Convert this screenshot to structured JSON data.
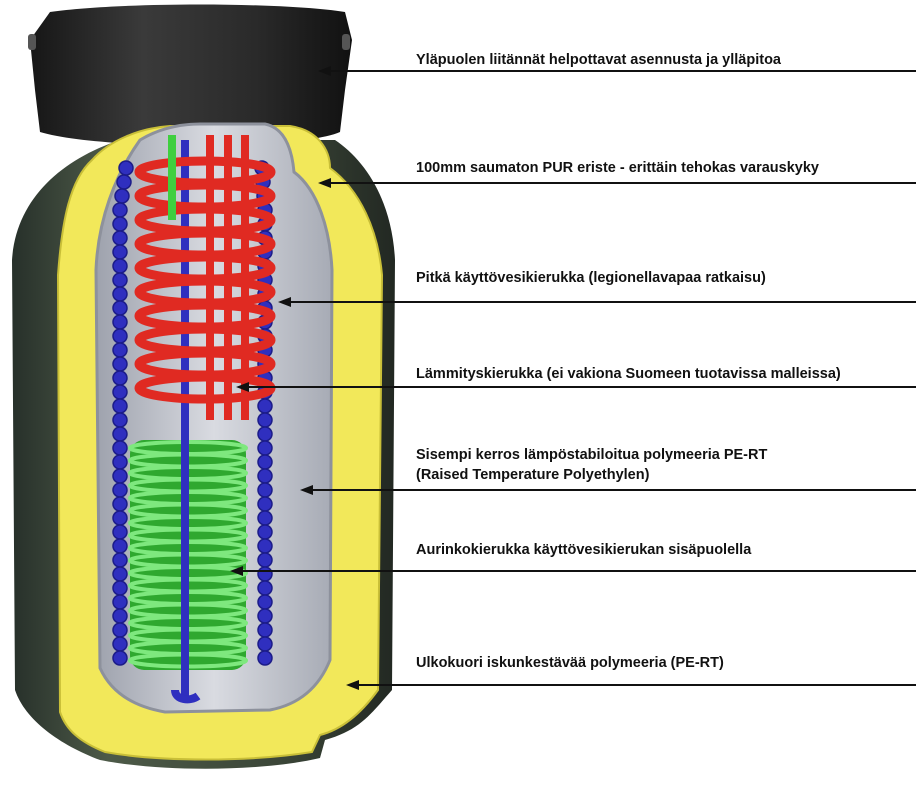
{
  "colors": {
    "jacket": "#3f4a3c",
    "jacket_top": "#2b2b2b",
    "insulation": "#f2e85a",
    "inner_liner": "#b9bcc6",
    "interior": "#d8dae0",
    "blue_coil": "#2f2fbf",
    "red_coil": "#e02a22",
    "green_coil": "#3fcf3f",
    "leader": "#111111"
  },
  "labels": [
    {
      "line1": "Yläpuolen liitännät  helpottavat asennusta ja ylläpitoa"
    },
    {
      "line1": "100mm saumaton PUR eriste - erittäin tehokas varauskyky"
    },
    {
      "line1": "Pitkä käyttövesikierukka (legionellavapaa ratkaisu)"
    },
    {
      "line1": "Lämmityskierukka (ei vakiona Suomeen tuotavissa malleissa)"
    },
    {
      "line1": "Sisempi kerros lämpöstabiloitua polymeeria PE-RT",
      "line2": "(Raised Temperature Polyethylen)"
    },
    {
      "line1": "Aurinkokierukka käyttövesikierukan sisäpuolella"
    },
    {
      "line1": "Ulkokuori iskunkestävää polymeeria (PE-RT)"
    }
  ]
}
